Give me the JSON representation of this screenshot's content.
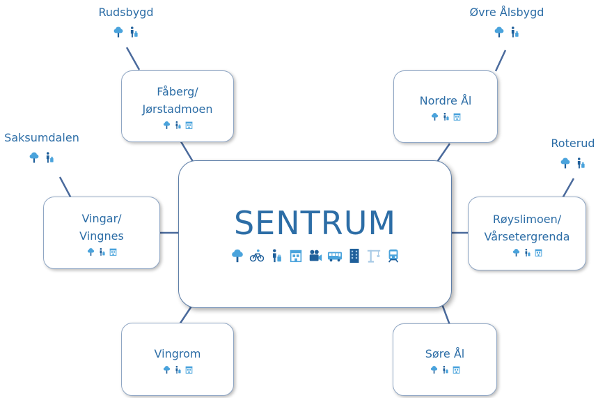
{
  "center": {
    "title": "SENTRUM",
    "icons": [
      "tree-icon",
      "bicycle-icon",
      "person-luggage-icon",
      "shop-icon",
      "cinema-icon",
      "bus-icon",
      "building-icon",
      "crane-icon",
      "train-icon"
    ]
  },
  "nodes": {
    "faberg": {
      "line1": "Fåberg/",
      "line2": "Jørstadmoen",
      "icons": [
        "tree-icon",
        "person-luggage-icon",
        "shop-icon"
      ]
    },
    "nordre_al": {
      "line1": "Nordre Ål",
      "icons": [
        "tree-icon",
        "person-luggage-icon",
        "shop-icon"
      ]
    },
    "vingar": {
      "line1": "Vingar/",
      "line2": "Vingnes",
      "icons": [
        "tree-icon",
        "person-luggage-icon",
        "shop-icon"
      ]
    },
    "roysli": {
      "line1": "Røyslimoen/",
      "line2": "Vårsetergrenda",
      "icons": [
        "tree-icon",
        "person-luggage-icon",
        "shop-icon"
      ]
    },
    "vingrom": {
      "line1": "Vingrom",
      "icons": [
        "tree-icon",
        "person-luggage-icon",
        "shop-icon"
      ]
    },
    "sore_al": {
      "line1": "Søre Ål",
      "icons": [
        "tree-icon",
        "person-luggage-icon",
        "shop-icon"
      ]
    }
  },
  "outer": {
    "rudsbygd": {
      "label": "Rudsbygd",
      "icons": [
        "tree-icon",
        "person-luggage-icon"
      ]
    },
    "ovre_alsbygd": {
      "label": "Øvre Ålsbygd",
      "icons": [
        "tree-icon",
        "person-luggage-icon"
      ]
    },
    "saksumdalen": {
      "label": "Saksumdalen",
      "icons": [
        "tree-icon",
        "person-luggage-icon"
      ]
    },
    "roterud": {
      "label": "Roterud",
      "icons": [
        "tree-icon",
        "person-luggage-icon"
      ]
    }
  },
  "colors": {
    "line": "#4a6a9c",
    "text": "#2c6da6",
    "icon_light": "#4aa3dc",
    "icon_dark": "#1f5f9a",
    "icon_pale": "#a9cbe6"
  }
}
